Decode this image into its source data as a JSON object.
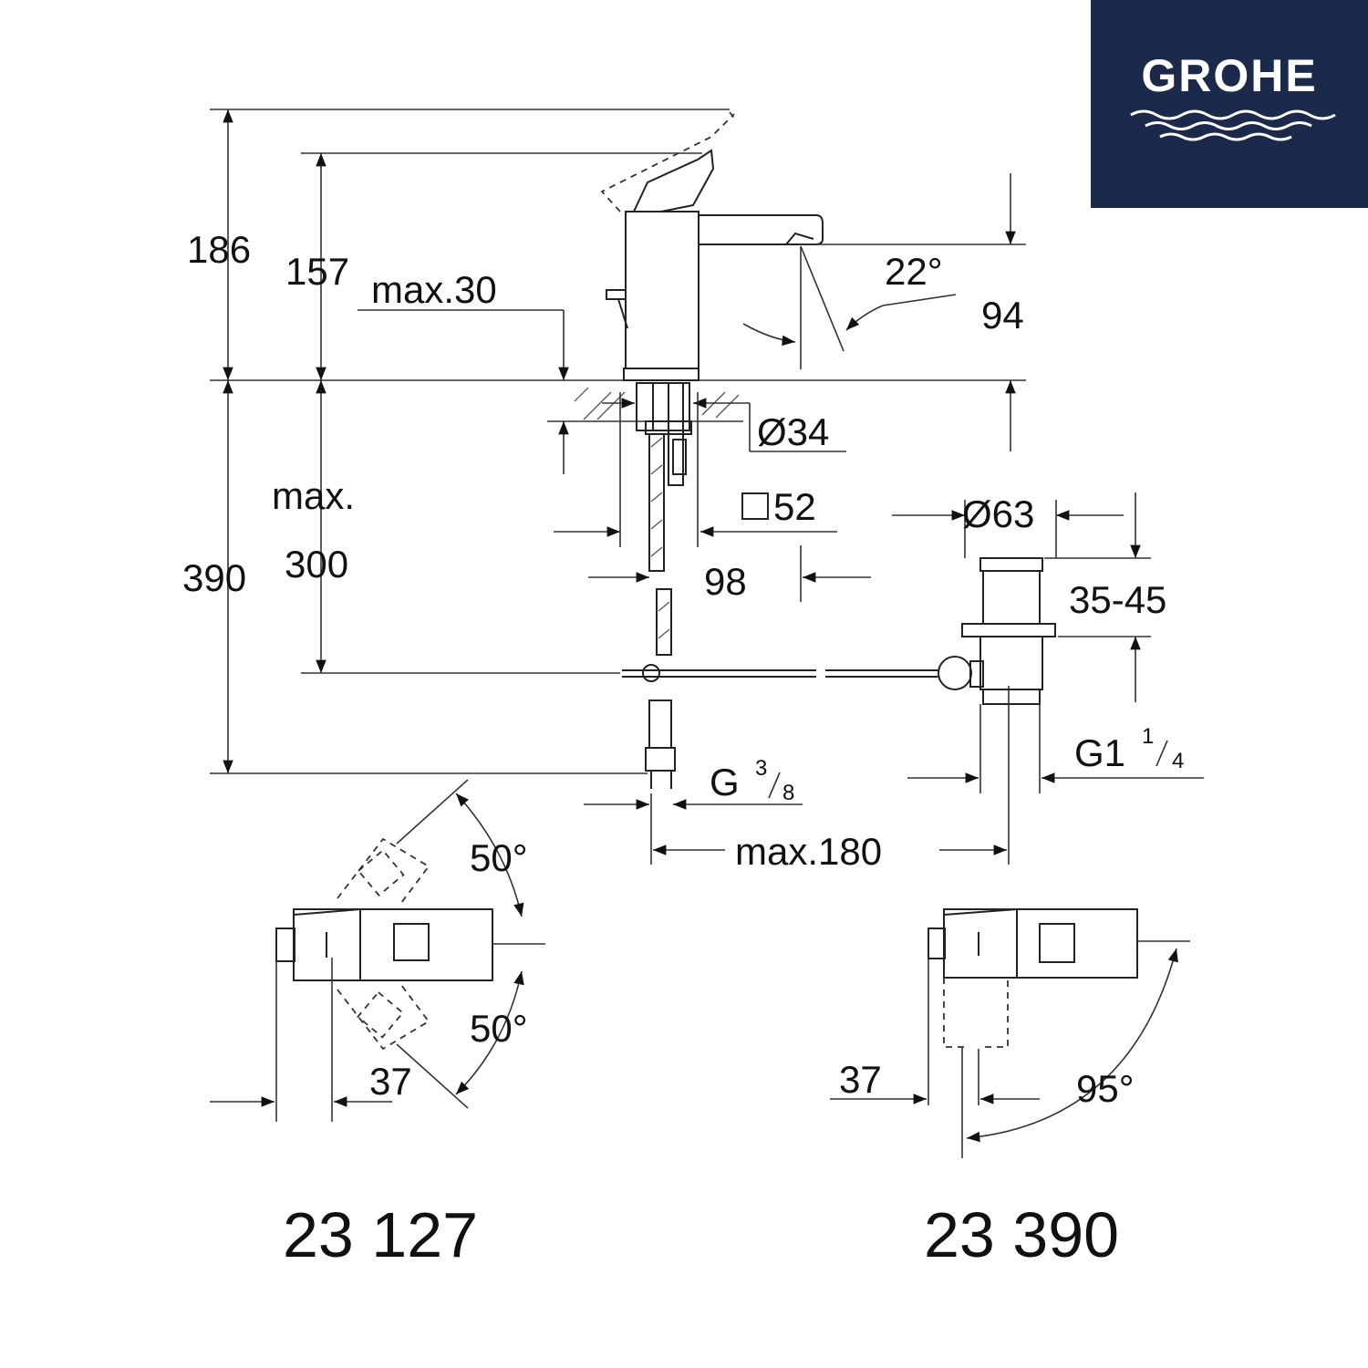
{
  "brand": {
    "name": "GROHE",
    "color": "#1b2a4a"
  },
  "dimensions": {
    "height_186": "186",
    "height_157": "157",
    "max_30": "max.30",
    "angle_22": "22°",
    "height_94": "94",
    "dia_34": "Ø34",
    "max_label": "max.",
    "height_300": "300",
    "height_390": "390",
    "square_52": "52",
    "depth_98": "98",
    "dia_63": "Ø63",
    "range_35_45": "35-45",
    "thread_g1_main": "G1",
    "thread_g1_num": "1",
    "thread_g1_den": "4",
    "thread_g38_main": "G",
    "thread_g38_num": "3",
    "thread_g38_den": "8",
    "max_180": "max.180",
    "angle_50_top": "50°",
    "angle_50_bottom": "50°",
    "offset_37_left": "37",
    "offset_37_right": "37",
    "angle_95": "95°"
  },
  "models": {
    "left": "23 127",
    "right": "23 390"
  }
}
